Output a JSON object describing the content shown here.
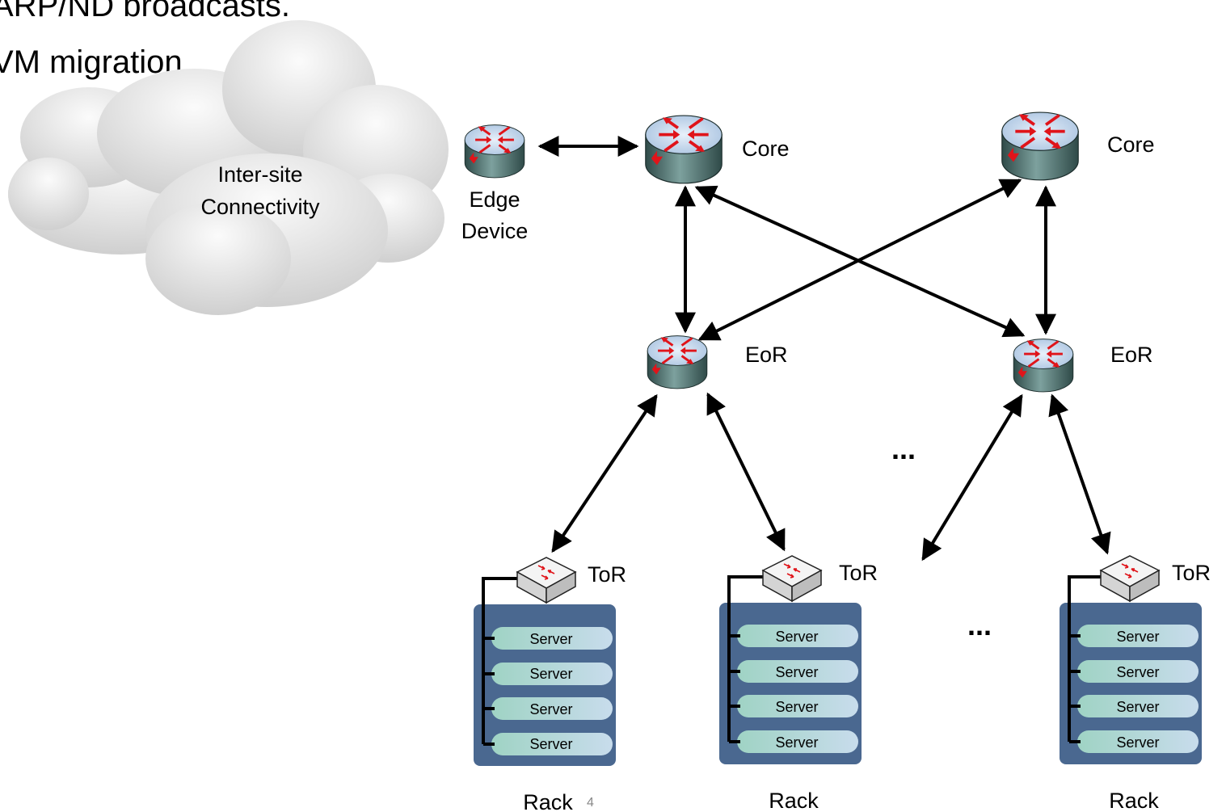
{
  "slide": {
    "bullet_line_1": "ARP/ND broadcasts.",
    "bullet_line_2": "VM migration.",
    "page_number": "4"
  },
  "cloud": {
    "line1": "Inter-site",
    "line2": "Connectivity"
  },
  "edge": {
    "line1": "Edge",
    "line2": "Device"
  },
  "core_left": {
    "label": "Core"
  },
  "core_right": {
    "label": "Core"
  },
  "eor_left": {
    "label": "EoR"
  },
  "eor_right": {
    "label": "EoR"
  },
  "racks": [
    {
      "tor_label": "ToR",
      "rack_label": "Rack",
      "servers": [
        "Server",
        "Server",
        "Server",
        "Server"
      ]
    },
    {
      "tor_label": "ToR",
      "rack_label": "Rack",
      "servers": [
        "Server",
        "Server",
        "Server",
        "Server"
      ]
    },
    {
      "tor_label": "ToR",
      "rack_label": "Rack",
      "servers": [
        "Server",
        "Server",
        "Server",
        "Server"
      ]
    }
  ],
  "ellipsis_upper": "...",
  "ellipsis_lower": "...",
  "colors": {
    "router_top": "#c4d7ee",
    "router_body": "#5c8582",
    "arrow_red": "#e0141a",
    "rack_body": "#4a6890",
    "server_slot": "#a9d3c8"
  }
}
